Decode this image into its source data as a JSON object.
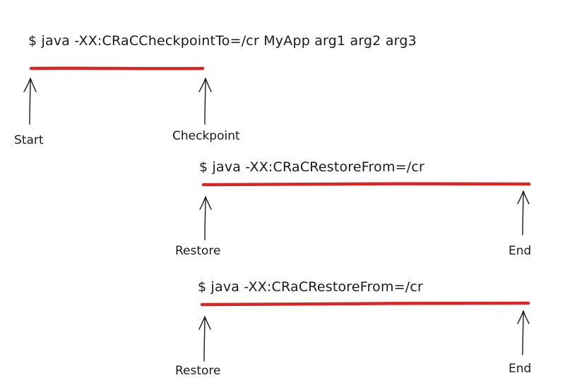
{
  "colors": {
    "timeline": "#d12a2a",
    "ink": "#1a1a1a"
  },
  "row1": {
    "command": "$ java -XX:CRaCCheckpointTo=/cr MyApp arg1 arg2 arg3",
    "left_label": "Start",
    "right_label": "Checkpoint",
    "icon": "up-arrow-icon"
  },
  "row2": {
    "command": "$ java -XX:CRaCRestoreFrom=/cr",
    "left_label": "Restore",
    "right_label": "End",
    "icon": "up-arrow-icon"
  },
  "row3": {
    "command": "$ java -XX:CRaCRestoreFrom=/cr",
    "left_label": "Restore",
    "right_label": "End",
    "icon": "up-arrow-icon"
  }
}
